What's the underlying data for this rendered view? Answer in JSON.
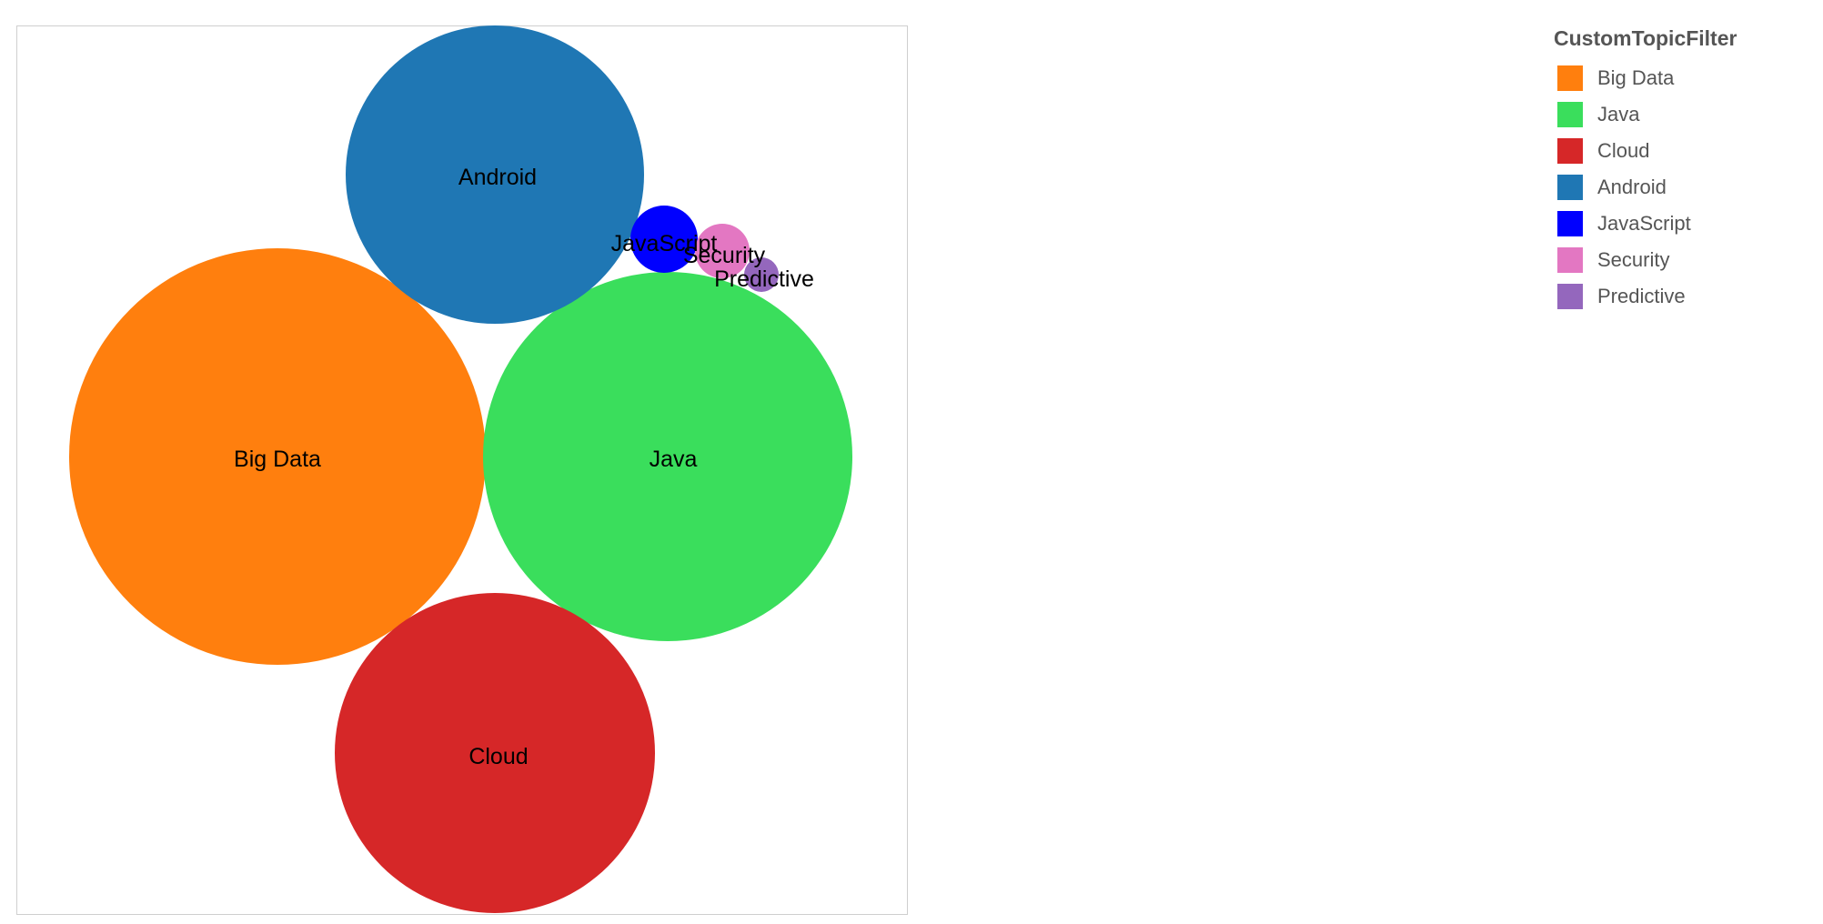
{
  "chart_data": {
    "type": "bubble",
    "legend_title": "CustomTopicFilter",
    "legend_placement": "top-right",
    "series": [
      {
        "name": "Big Data",
        "color": "#ff7f0e",
        "relative_size": 1.0
      },
      {
        "name": "Java",
        "color": "#3ade5c",
        "relative_size": 0.79
      },
      {
        "name": "Cloud",
        "color": "#d62728",
        "relative_size": 0.6
      },
      {
        "name": "Android",
        "color": "#1f77b4",
        "relative_size": 0.52
      },
      {
        "name": "JavaScript",
        "color": "#0000ff",
        "relative_size": 0.025
      },
      {
        "name": "Security",
        "color": "#e377c2",
        "relative_size": 0.018
      },
      {
        "name": "Predictive",
        "color": "#9467bd",
        "relative_size": 0.007
      }
    ]
  }
}
